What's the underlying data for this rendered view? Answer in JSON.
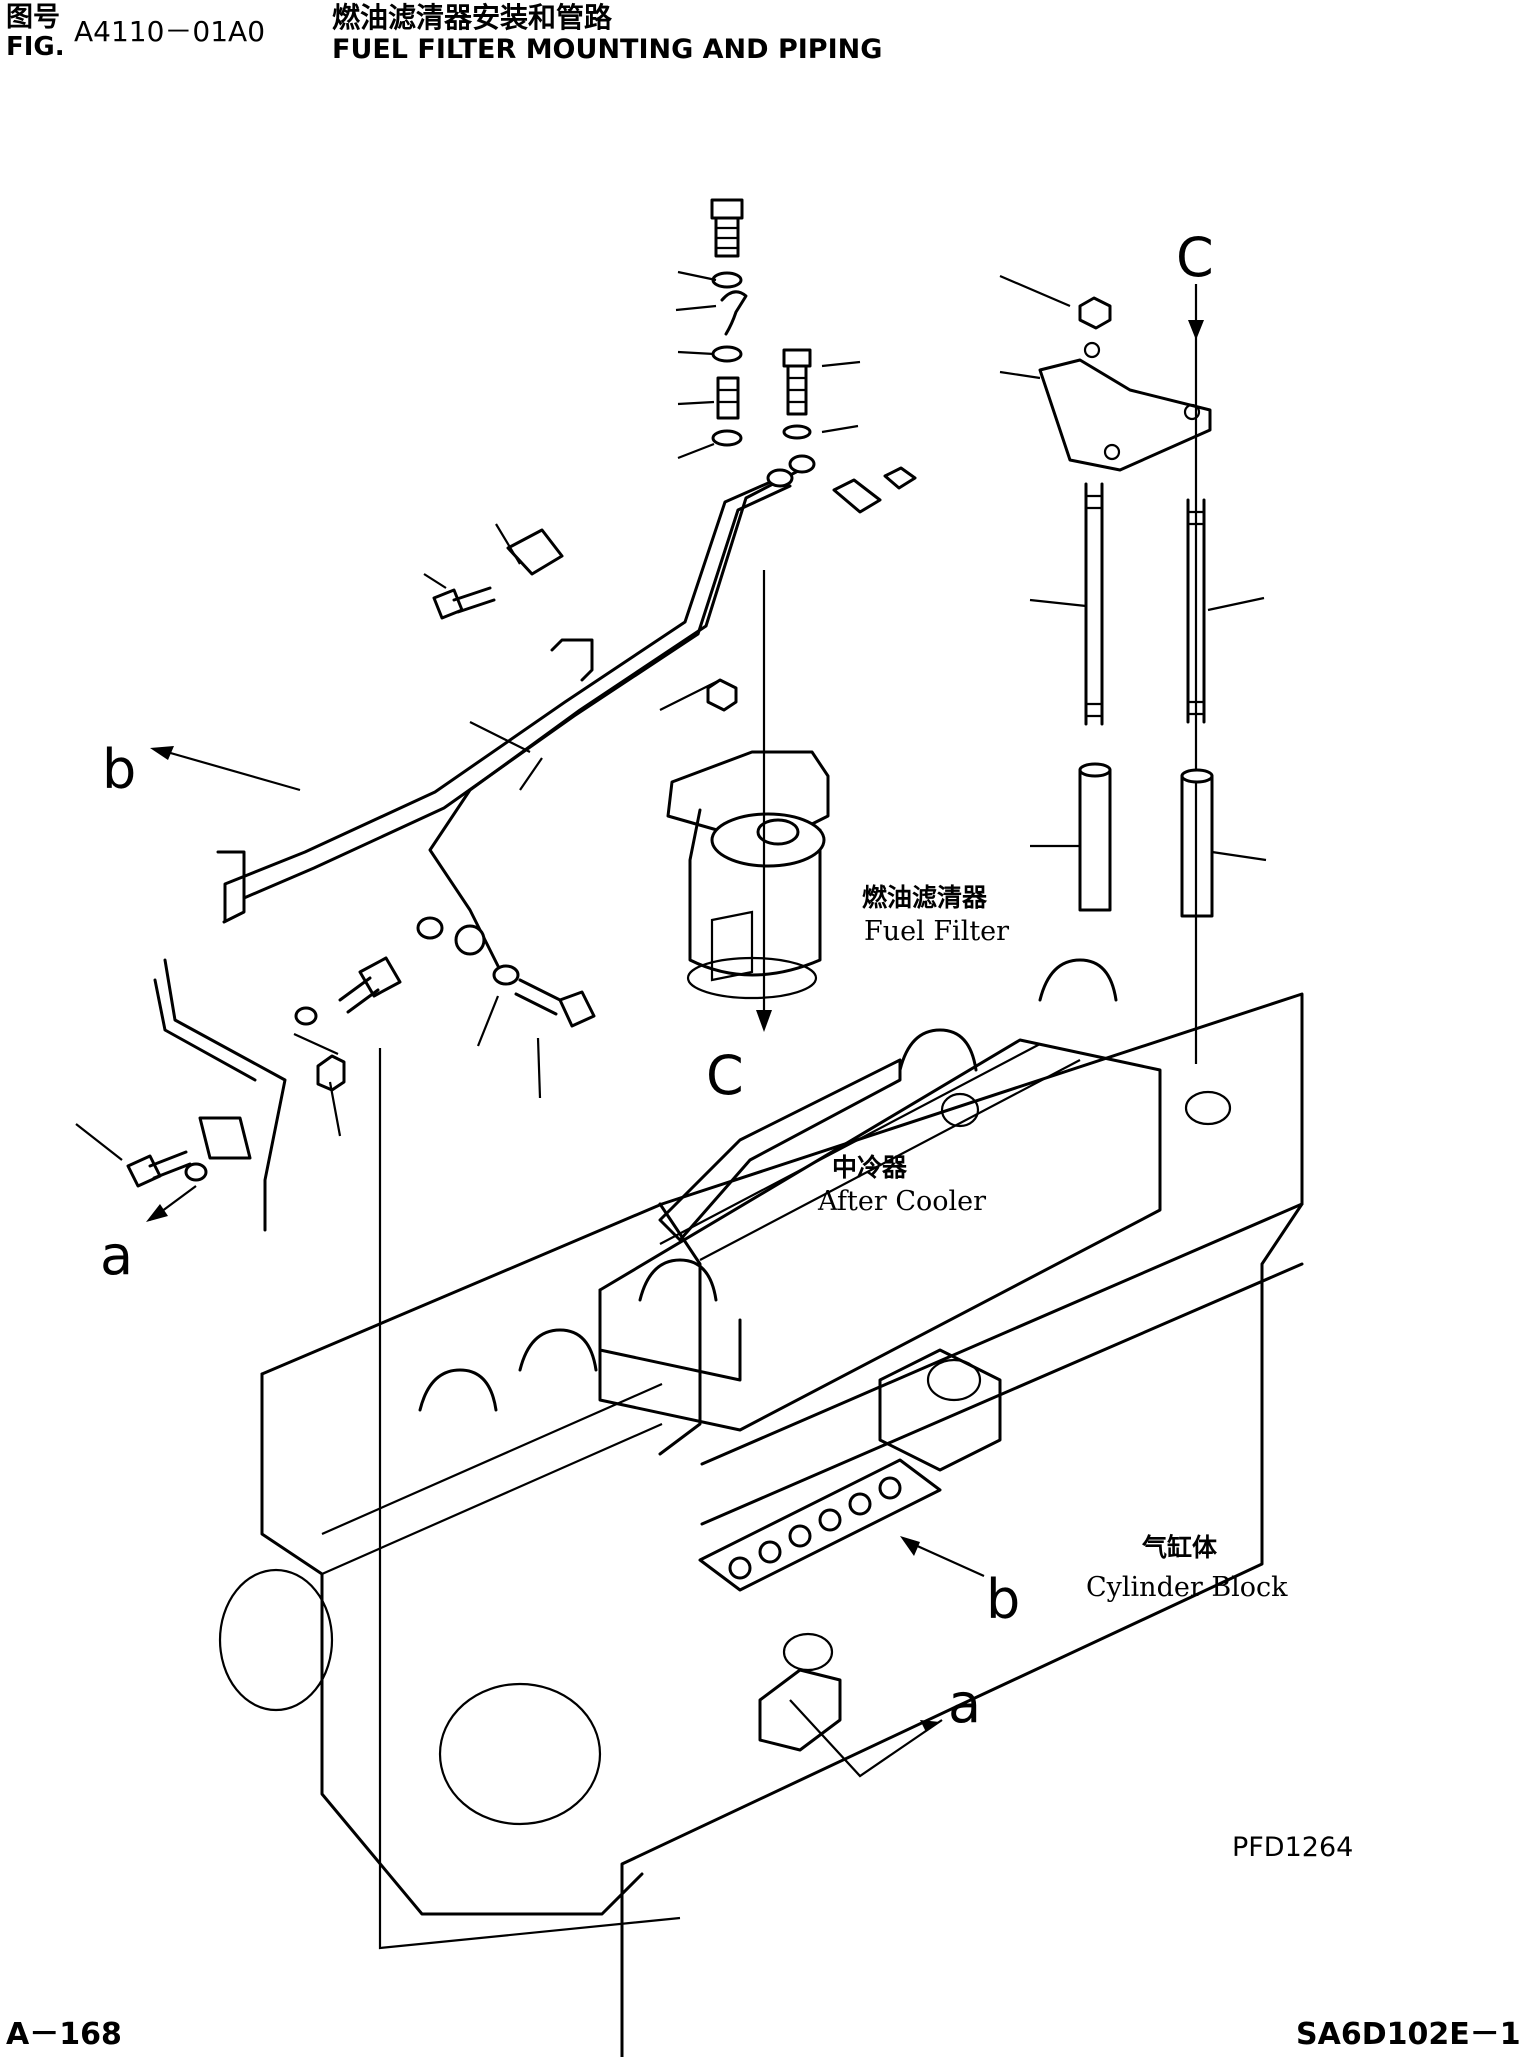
{
  "header": {
    "fig_zh_label": "图号",
    "fig_label": "FIG.",
    "fig_number": "A4110－01A0",
    "title_zh": "燃油滤清器安装和管路",
    "title_en": "FUEL FILTER MOUNTING AND PIPING"
  },
  "labels": {
    "b_left": "b",
    "a_left": "a",
    "c_top": "C",
    "c_mid": "C",
    "b_right": "b",
    "a_right": "a",
    "fuel_filter_zh": "燃油滤清器",
    "fuel_filter_en": "Fuel Filter",
    "after_cooler_zh": "中冷器",
    "after_cooler_en": "After Cooler",
    "cylinder_block_zh": "气缸体",
    "cylinder_block_en": "Cylinder Block",
    "drawing_code": "PFD1264"
  },
  "footer": {
    "page": "A－168",
    "model": "SA6D102E－1"
  }
}
